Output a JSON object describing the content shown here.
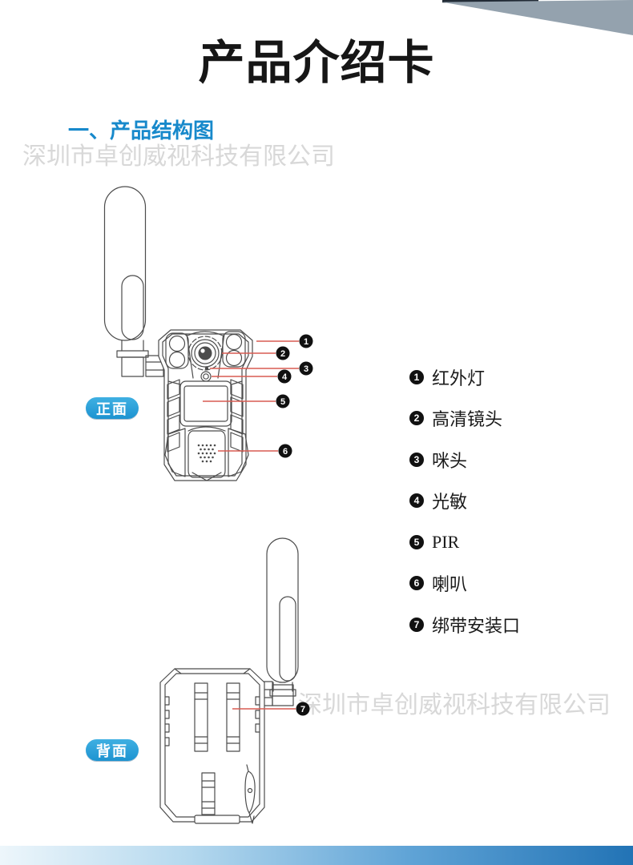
{
  "page": {
    "title": "产品介绍卡",
    "section_heading": "一、产品结构图",
    "watermark": "深圳市卓创威视科技有限公司"
  },
  "front_view": {
    "label": "正面",
    "callouts": [
      "1",
      "2",
      "3",
      "4",
      "5",
      "6"
    ]
  },
  "back_view": {
    "label": "背面",
    "callouts": [
      "7"
    ]
  },
  "legend": {
    "items": [
      {
        "num": "1",
        "label": "红外灯"
      },
      {
        "num": "2",
        "label": "高清镜头"
      },
      {
        "num": "3",
        "label": "咪头"
      },
      {
        "num": "4",
        "label": "光敏"
      },
      {
        "num": "5",
        "label": "PIR"
      },
      {
        "num": "6",
        "label": "喇叭"
      },
      {
        "num": "7",
        "label": "绑带安装口"
      }
    ]
  },
  "colors": {
    "heading_blue": "#1789cb",
    "pill_blue": "#1d93d1",
    "leader_red": "#d85c52",
    "deco_gray": "#94a2ae",
    "deco_navy": "#222b36",
    "watermark_gray": "#d8d8d8",
    "footer_gradient_start": "#edf6fb",
    "footer_gradient_end": "#2273b5",
    "line_gray": "#4c4c4c"
  }
}
